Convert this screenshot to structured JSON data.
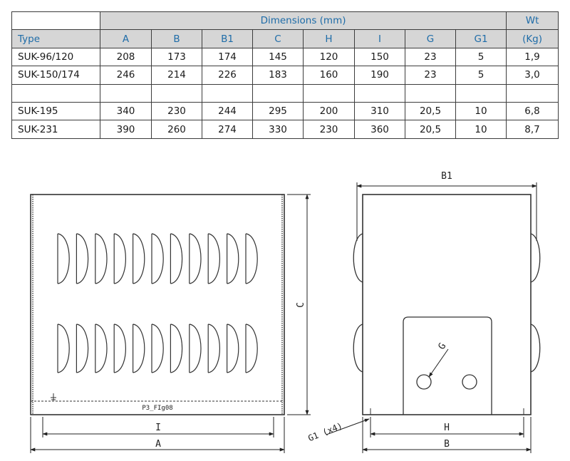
{
  "table": {
    "header_group": "Dimensions (mm)",
    "header_weight_top": "Wt",
    "columns": [
      "Type",
      "A",
      "B",
      "B1",
      "C",
      "H",
      "I",
      "G",
      "G1",
      "(Kg)"
    ],
    "rows": [
      [
        "SUK-96/120",
        "208",
        "173",
        "174",
        "145",
        "120",
        "150",
        "23",
        "5",
        "1,9"
      ],
      [
        "SUK-150/174",
        "246",
        "214",
        "226",
        "183",
        "160",
        "190",
        "23",
        "5",
        "3,0"
      ],
      [
        "SUK-195",
        "340",
        "230",
        "244",
        "295",
        "200",
        "310",
        "20,5",
        "10",
        "6,8"
      ],
      [
        "SUK-231",
        "390",
        "260",
        "274",
        "330",
        "230",
        "360",
        "20,5",
        "10",
        "8,7"
      ]
    ]
  },
  "drawing": {
    "label_i": "I",
    "label_a": "A",
    "label_c": "C",
    "label_code": "P3_FIg08",
    "label_b1": "B1",
    "label_g": "G",
    "label_g1": "G1 (x4)",
    "label_h": "H",
    "label_b": "B"
  },
  "colors": {
    "header_bg": "#d6d6d6",
    "header_text": "#1e6ca8",
    "line": "#3c3c3c"
  }
}
